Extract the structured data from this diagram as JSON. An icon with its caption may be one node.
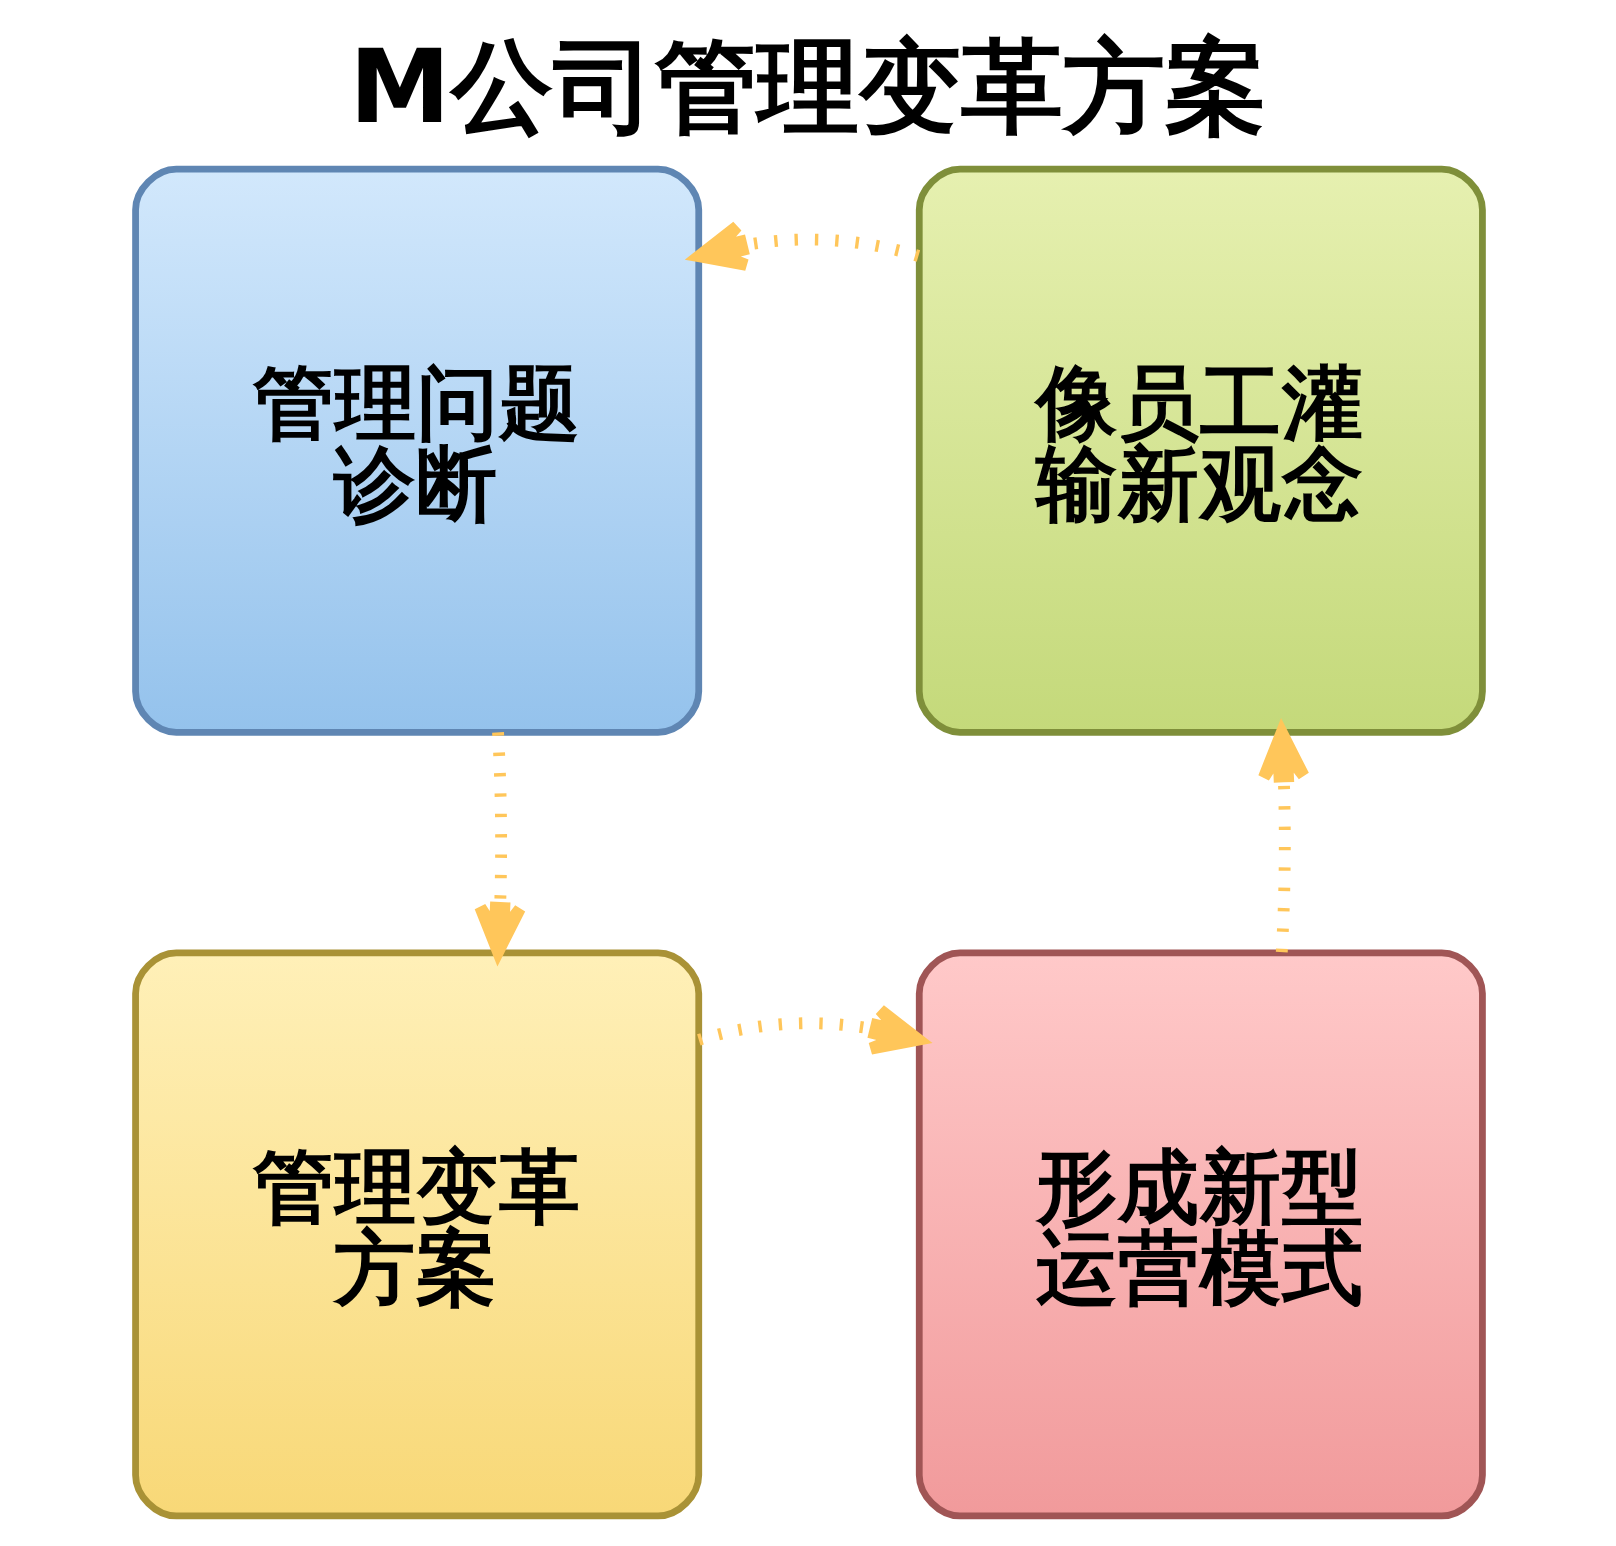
{
  "diagram": {
    "title": "M公司管理变革方案",
    "nodes": [
      {
        "text": [
          "管理问题诊断"
        ]
      },
      {
        "text": [
          "像员工灌输新观念"
        ]
      },
      {
        "text": [
          "管理变革方案"
        ]
      },
      {
        "text": [
          "形成新型运营模式"
        ]
      }
    ],
    "edges": [
      {
        "from": 0,
        "to": 2,
        "arrow": "to"
      },
      {
        "from": 2,
        "to": 3,
        "arrow": "to"
      },
      {
        "from": 3,
        "to": 1,
        "arrow": "to"
      },
      {
        "from": 1,
        "to": 0,
        "arrow": "to"
      }
    ]
  }
}
